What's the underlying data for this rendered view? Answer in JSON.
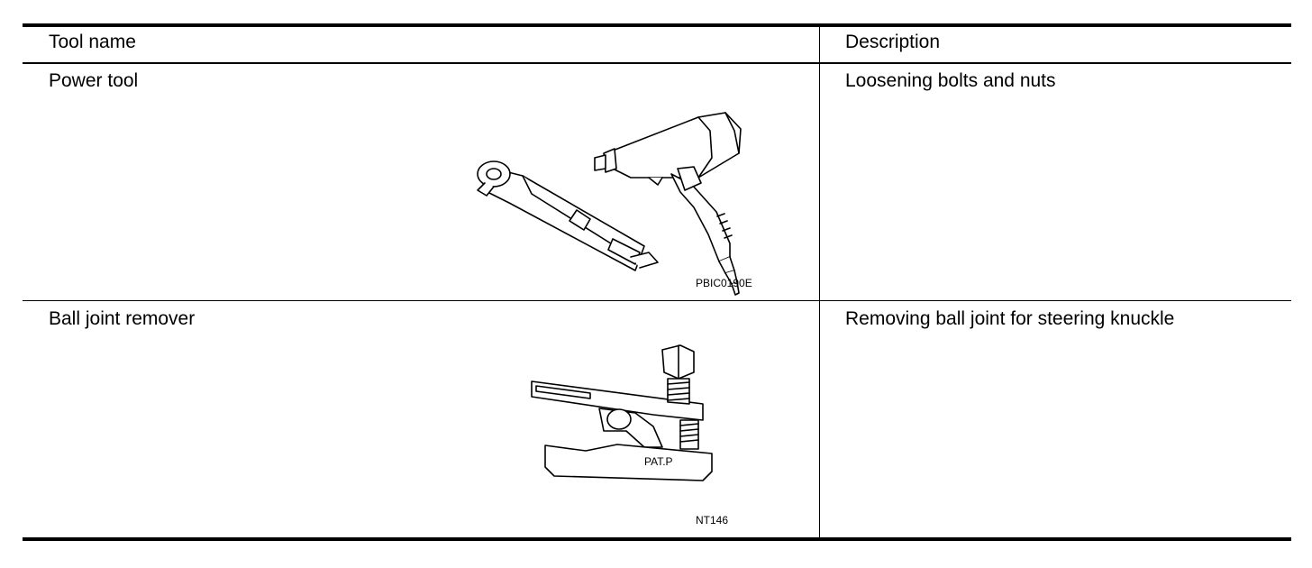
{
  "table": {
    "headers": {
      "tool_name": "Tool name",
      "description": "Description"
    },
    "rows": [
      {
        "tool_name": "Power tool",
        "description": "Loosening bolts and nuts",
        "figure_code": "PBIC0190E"
      },
      {
        "tool_name": "Ball joint remover",
        "description": "Removing ball joint for steering knuckle",
        "figure_code": "NT146",
        "figure_label": "PAT.P"
      }
    ]
  }
}
